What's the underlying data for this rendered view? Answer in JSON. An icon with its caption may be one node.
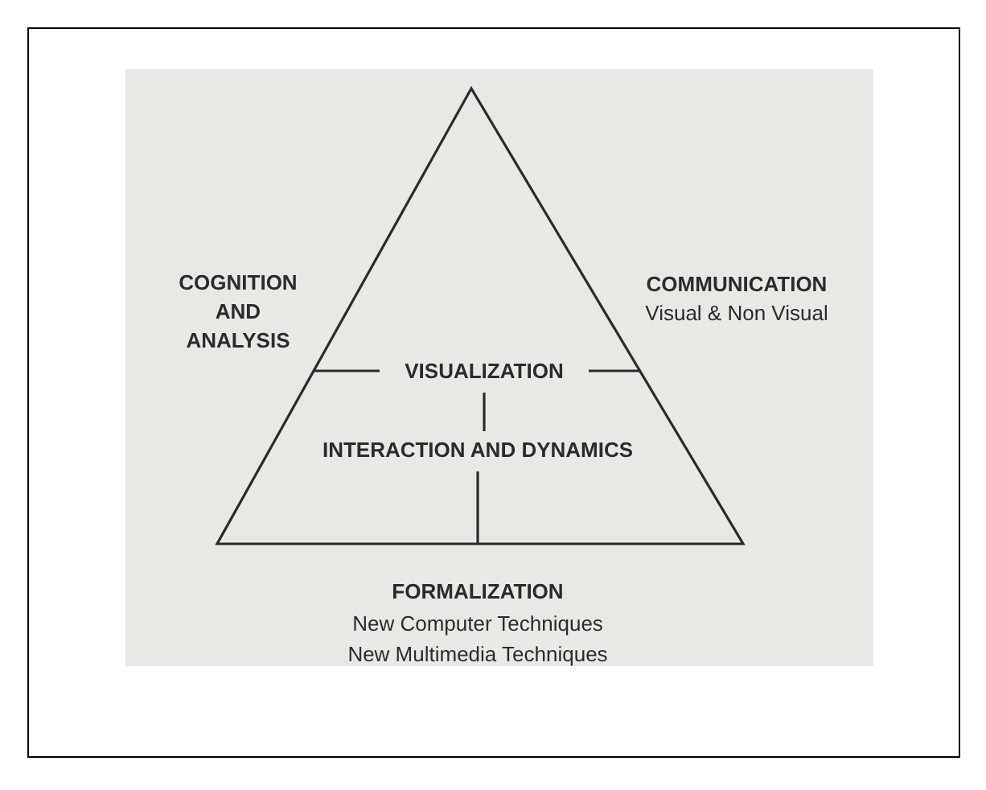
{
  "diagram": {
    "nodes": [
      {
        "text": [],
        "shape": "triangle"
      },
      {
        "text": [
          "VISUALIZATION"
        ],
        "in": 0
      },
      {
        "text": [
          "INTERACTION AND DYNAMICS"
        ],
        "in": 0
      }
    ],
    "edges": [
      {
        "from": 1,
        "to": 0,
        "arrow": "none"
      },
      {
        "from": 1,
        "to": 0,
        "arrow": "none"
      },
      {
        "from": 1,
        "to": 2,
        "arrow": "none"
      },
      {
        "from": 2,
        "to": 0,
        "arrow": "none"
      }
    ],
    "labels": [
      "COGNITION AND ANALYSIS",
      "COMMUNICATION",
      "Visual & Non Visual",
      "FORMALIZATION",
      "New Computer Techniques",
      "New Multimedia Techniques"
    ]
  }
}
